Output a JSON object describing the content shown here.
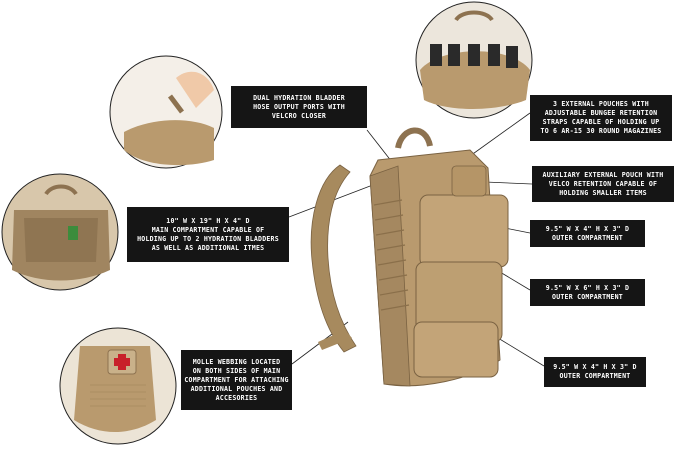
{
  "callouts": {
    "hydration_ports": [
      "DUAL HYDRATION BLADDER",
      "HOSE OUTPUT PORTS WITH",
      "VELCRO CLOSER"
    ],
    "magazine_pouches": [
      "3 EXTERNAL POUCHES  WITH",
      "ADJUSTABLE BUNGEE RETENTION",
      "STRAPS CAPABLE OF HOLDING UP",
      "TO 6 AR-15 30 ROUND MAGAZINES"
    ],
    "auxiliary_pouch": [
      "AUXILIARY EXTERNAL POUCH WITH",
      "VELCO RETENTION CAPABLE OF",
      "HOLDING SMALLER ITEMS"
    ],
    "main_compartment": [
      "10\" W X 19\" H X 4\" D",
      "MAIN COMPARTMENT CAPABLE OF",
      "HOLDING UP TO 2 HYDRATION BLADDERS",
      "AS WELL AS ADDITIONAL ITMES"
    ],
    "outer_top": [
      "9.5\" W X 4\" H X 3\" D",
      "OUTER COMPARTMENT"
    ],
    "outer_middle": [
      "9.5\" W X 6\" H X 3\" D",
      "OUTER COMPARTMENT"
    ],
    "outer_bottom": [
      "9.5\" W X 4\" H X 3\" D",
      "OUTER COMPARTMENT"
    ],
    "molle": [
      "MOLLE WEBBING LOCATED",
      "ON BOTH SIDES OF MAIN",
      "COMPARTMENT FOR ATTACHING",
      "ADDITIONAL POUCHES AND",
      "ACCESORIES"
    ]
  },
  "colors": {
    "tan": "#b99a6e",
    "tan_dark": "#8d7250",
    "tan_light": "#cdb389",
    "label_bg": "#151515",
    "medic_cross": "#c8202a"
  }
}
